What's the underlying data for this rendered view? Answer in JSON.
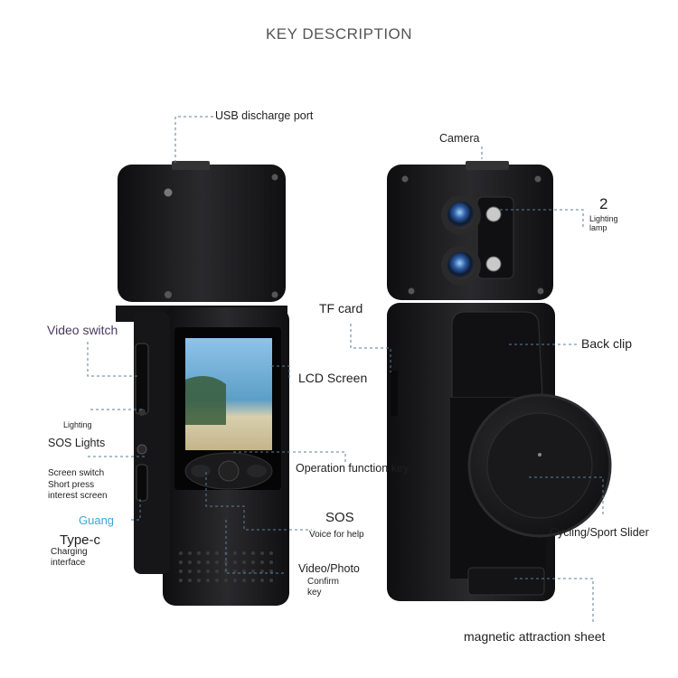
{
  "title": "KEY DESCRIPTION",
  "labels": {
    "usb_port": "USB discharge port",
    "camera": "Camera",
    "lighting_count": "2",
    "lighting_lamp": "Lighting lamp",
    "tf_card": "TF card",
    "back_clip": "Back clip",
    "video_switch": "Video switch",
    "lcd_screen": "LCD Screen",
    "lighting": "Lighting",
    "sos_lights": "SOS Lights",
    "screen_switch": "Screen switch",
    "short_press": "Short press",
    "interest_screen": "interest screen",
    "operation_key": "Operation function key",
    "guang": "Guang",
    "sos": "SOS",
    "voice_help": "Voice for help",
    "type_c": "Type-c",
    "charging": "Charging",
    "interface": "interface",
    "video_photo": "Video/Photo",
    "confirm": "Confirm",
    "key": "key",
    "slider": "Cycling/Sport Slider",
    "magnetic": "magnetic attraction sheet"
  },
  "colors": {
    "body": "#1c1c1e",
    "leader": "#5a7f9a",
    "guang": "#3ba7d6"
  }
}
